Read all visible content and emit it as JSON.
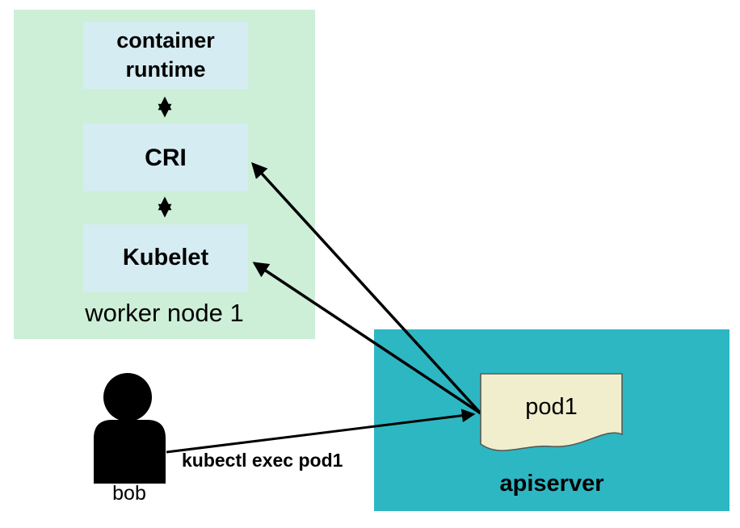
{
  "worker_node": {
    "label": "worker node 1",
    "container_runtime_label": "container runtime",
    "cri_label": "CRI",
    "kubelet_label": "Kubelet"
  },
  "apiserver": {
    "label": "apiserver",
    "pod_label": "pod1"
  },
  "user": {
    "name": "bob"
  },
  "edges": {
    "command_label": "kubectl exec pod1",
    "connections": [
      "apiserver-pod1 to CRI",
      "apiserver-pod1 to Kubelet",
      "bob to apiserver-pod1",
      "container runtime to CRI (bidirectional)",
      "CRI to Kubelet (bidirectional)"
    ]
  },
  "colors": {
    "worker_node_bg": "#cdefd8",
    "component_box_bg": "#d5ecf2",
    "apiserver_bg": "#2db7c3",
    "document_bg": "#f0eecd",
    "document_border": "#5a5a55",
    "arrow": "#000000",
    "text": "#000000",
    "page_bg": "#ffffff"
  }
}
